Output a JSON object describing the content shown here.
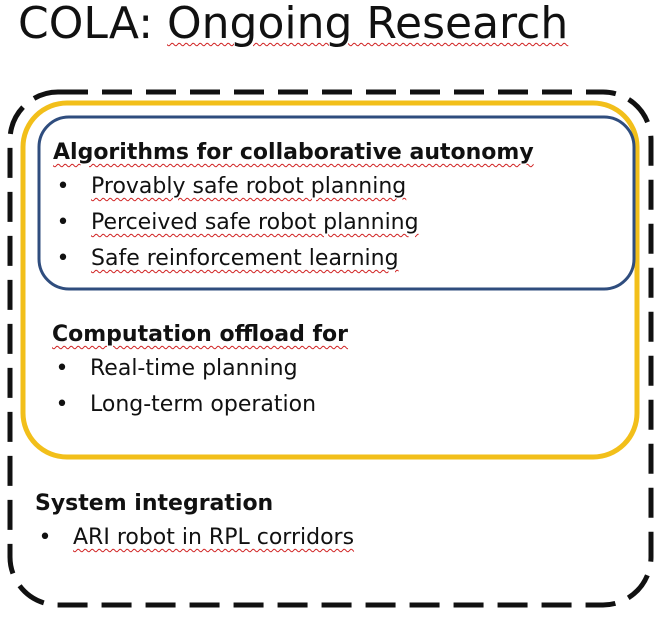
{
  "slide": {
    "title_lead": "COLA: ",
    "title_rest": "Ongoing Research"
  },
  "colors": {
    "outer_dash": "#111111",
    "yellow_box": "#f2bf1a",
    "blue_box": "#2f4d7e",
    "spellcheck": "#d02020"
  },
  "sections": {
    "algorithms": {
      "heading": "Algorithms for collaborative autonomy",
      "bullet": "•",
      "items": [
        "Provably safe robot planning",
        "Perceived safe robot planning",
        "Safe reinforcement learning"
      ]
    },
    "computation": {
      "heading": "Computation offload for",
      "bullet": "•",
      "items": [
        "Real-time planning",
        "Long-term operation"
      ]
    },
    "integration": {
      "heading": "System integration",
      "bullet": "•",
      "items": [
        "ARI robot in RPL corridors"
      ]
    }
  }
}
